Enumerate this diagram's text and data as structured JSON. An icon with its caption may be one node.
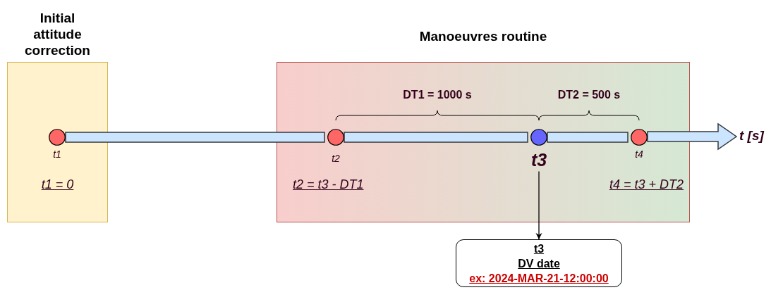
{
  "diagram": {
    "nodes": [
      {
        "text": [
          "Initial attitude correction",
          "t1 = 0"
        ]
      },
      {
        "text": [
          "Manoeuvres routine",
          "t2 = t3 - DT1",
          "t4 = t3 + DT2"
        ]
      },
      {
        "text": [],
        "shape": "circle",
        "in": 0,
        "beside": [
          "t1"
        ]
      },
      {
        "text": [],
        "shape": "circle",
        "in": 1,
        "beside": [
          "t2"
        ]
      },
      {
        "text": [],
        "shape": "circle",
        "in": 1,
        "beside": [
          "t3"
        ]
      },
      {
        "text": [],
        "shape": "circle",
        "in": 1,
        "beside": [
          "t4"
        ]
      },
      {
        "text": [
          "t [s]"
        ]
      },
      {
        "text": [
          "t3",
          "DV date",
          "ex: 2024-MAR-21-12:00:00"
        ]
      }
    ],
    "edges": [
      {
        "from": 2,
        "to": 3,
        "arrow": "none",
        "style": "thick"
      },
      {
        "from": 3,
        "to": 4,
        "arrow": "none",
        "style": "thick"
      },
      {
        "from": 4,
        "to": 5,
        "arrow": "none",
        "style": "thick"
      },
      {
        "from": 5,
        "to": 6,
        "arrow": "to",
        "style": "thick"
      },
      {
        "from": 4,
        "to": 7,
        "arrow": "to"
      }
    ],
    "labels": [
      "DT1 = 1000 s",
      "DT2 = 500 s"
    ]
  }
}
